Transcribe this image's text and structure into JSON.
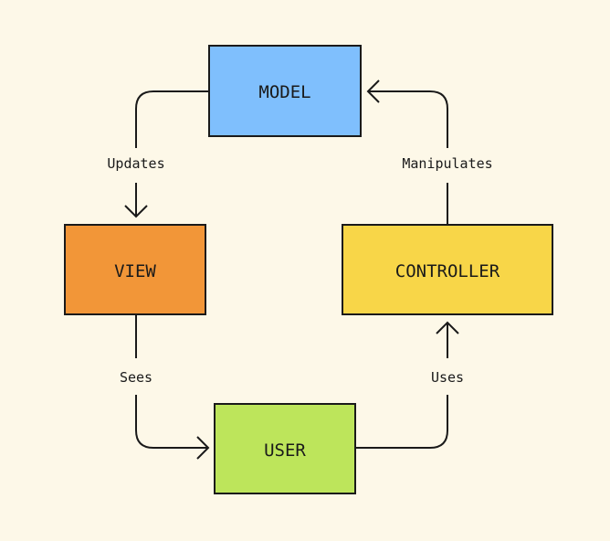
{
  "nodes": {
    "model": {
      "label": "MODEL",
      "color": "#7fbffd"
    },
    "view": {
      "label": "VIEW",
      "color": "#f29638"
    },
    "controller": {
      "label": "CONTROLLER",
      "color": "#f8d648"
    },
    "user": {
      "label": "USER",
      "color": "#bde55b"
    }
  },
  "edges": {
    "updates": {
      "label": "Updates",
      "from": "MODEL",
      "to": "VIEW"
    },
    "manipulates": {
      "label": "Manipulates",
      "from": "CONTROLLER",
      "to": "MODEL"
    },
    "sees": {
      "label": "Sees",
      "from": "VIEW",
      "to": "USER"
    },
    "uses": {
      "label": "Uses",
      "from": "USER",
      "to": "CONTROLLER"
    }
  },
  "colors": {
    "background": "#fdf8e8",
    "stroke": "#1a1a1a"
  }
}
